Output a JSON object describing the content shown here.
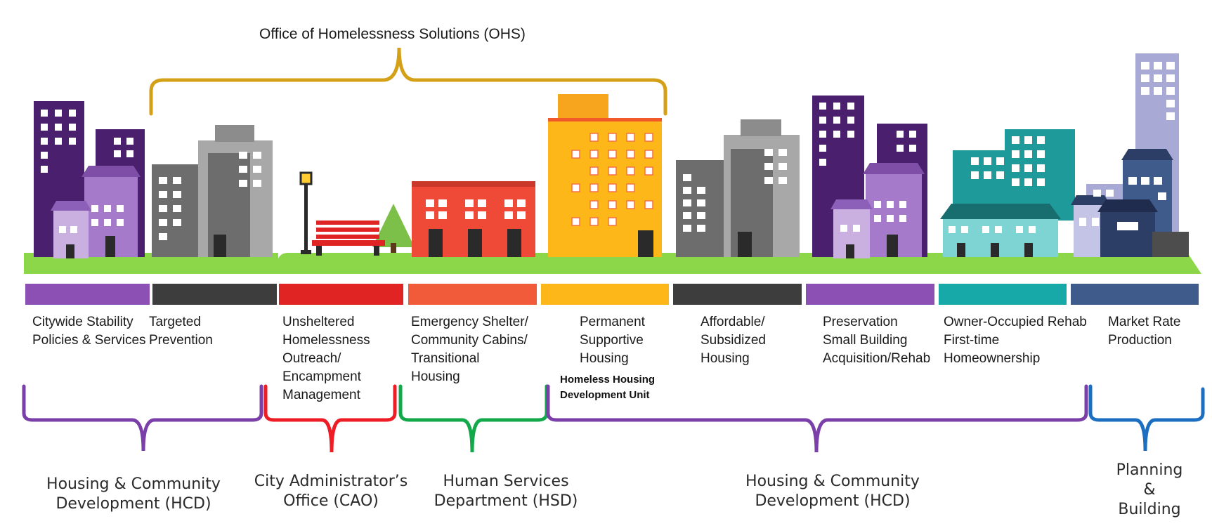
{
  "ohs_label": "Office of Homelessness Solutions (OHS)",
  "categories": [
    {
      "lines": [
        "Citywide Stability",
        "Policies & Services"
      ],
      "color": "#8c4fb4"
    },
    {
      "lines": [
        "Targeted",
        "Prevention"
      ],
      "color": "#3d3d3d"
    },
    {
      "lines": [
        "Unsheltered",
        "Homelessness",
        "Outreach/",
        "Encampment",
        "Management"
      ],
      "color": "#e02424"
    },
    {
      "lines": [
        "Emergency Shelter/",
        "Community Cabins/",
        "Transitional",
        "Housing"
      ],
      "color": "#f25b3a"
    },
    {
      "lines": [
        "Permanent",
        "Supportive",
        "Housing"
      ],
      "color": "#fdb719"
    },
    {
      "lines": [
        "Affordable/",
        "Subsidized",
        "Housing"
      ],
      "color": "#3d3d3d"
    },
    {
      "lines": [
        "Preservation",
        "Small Building",
        "Acquisition/Rehab"
      ],
      "color": "#8c4fb4"
    },
    {
      "lines": [
        "Owner-Occupied Rehab",
        "First-time",
        "Homeownership"
      ],
      "color": "#17a8a8"
    },
    {
      "lines": [
        "Market Rate",
        "Production"
      ],
      "color": "#3f5b8c"
    }
  ],
  "hhdu_label": [
    "Homeless Housing",
    "Development Unit"
  ],
  "departments": [
    {
      "lines": [
        "Housing & Community",
        "Development (HCD)"
      ],
      "color": "#7a3fa8"
    },
    {
      "lines": [
        "City Administrator’s",
        "Office (CAO)"
      ],
      "color": "#ee1c24"
    },
    {
      "lines": [
        "Human Services",
        "Department (HSD)"
      ],
      "color": "#13a84a"
    },
    {
      "lines": [
        "Housing & Community",
        "Development (HCD)"
      ],
      "color": "#7a3fa8"
    },
    {
      "lines": [
        "Planning",
        "&",
        "Building"
      ],
      "color": "#1c6fc0"
    }
  ],
  "colors": {
    "ohs_bracket": "#d4a017",
    "ground": "#8cd649",
    "purple_dark": "#4a1f6e",
    "purple_light": "#a57acb",
    "gray_dark": "#6d6d6d",
    "gray_light": "#a8a8a8",
    "red_building": "#ee4a37",
    "orange_building": "#fdb719",
    "teal": "#1f9a9a",
    "navy": "#2c3e66",
    "lavender": "#a9a9d6"
  }
}
